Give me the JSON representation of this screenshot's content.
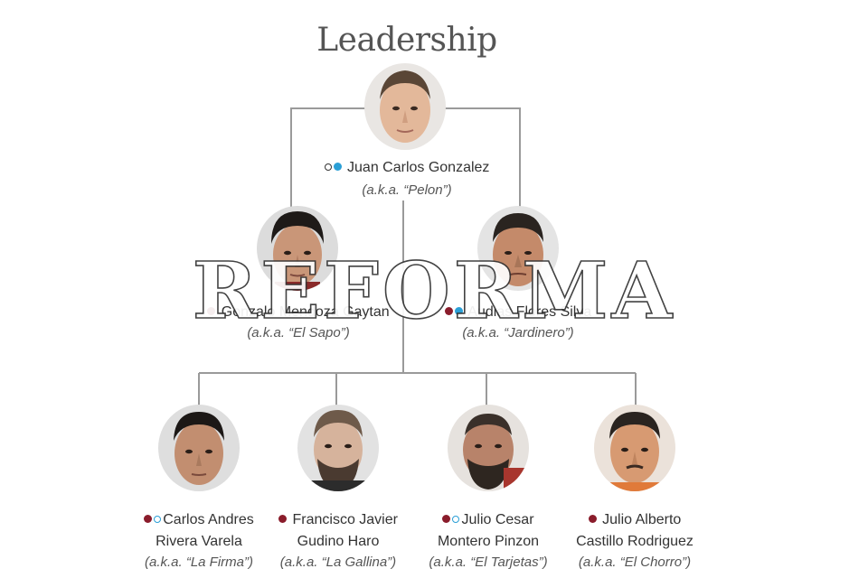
{
  "title": "Leadership",
  "watermark_text": "REFORMA",
  "colors": {
    "red_dot": "#8a1c2b",
    "blue_dot": "#2b9fd6",
    "line": "#9a9a9a"
  },
  "leader": {
    "name": "Juan Carlos Gonzalez",
    "aka": "(a.k.a. “Pelon”)",
    "markers": [
      "ring-dark",
      "blue"
    ]
  },
  "lieutenants": [
    {
      "name": "Gonzalo Mendoza Gaytan",
      "aka": "(a.k.a. “El Sapo”)",
      "markers": [
        "red"
      ]
    },
    {
      "name": "Audias Flores Silva",
      "aka": "(a.k.a. “Jardinero”)",
      "markers": [
        "red",
        "blue"
      ]
    }
  ],
  "members": [
    {
      "name_line1": "Carlos Andres",
      "name_line2": "Rivera Varela",
      "aka": "(a.k.a. “La Firma”)",
      "markers": [
        "red",
        "ring-blue"
      ]
    },
    {
      "name_line1": "Francisco Javier",
      "name_line2": "Gudino Haro",
      "aka": "(a.k.a. “La Gallina”)",
      "markers": [
        "red"
      ]
    },
    {
      "name_line1": "Julio Cesar",
      "name_line2": "Montero Pinzon",
      "aka": "(a.k.a. “El Tarjetas”)",
      "markers": [
        "red",
        "ring-blue"
      ]
    },
    {
      "name_line1": "Julio Alberto",
      "name_line2": "Castillo Rodriguez",
      "aka": "(a.k.a. “El Chorro”)",
      "markers": [
        "red"
      ]
    }
  ]
}
